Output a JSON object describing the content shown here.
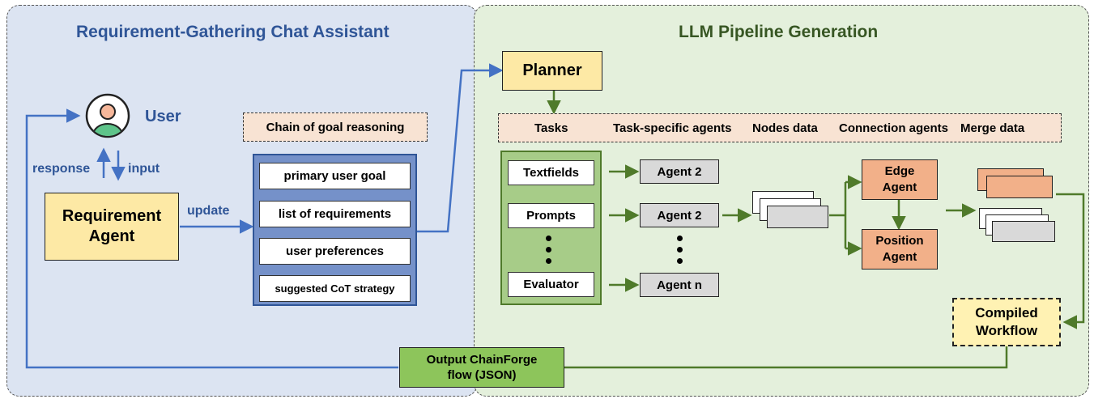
{
  "left_panel": {
    "title": "Requirement-Gathering Chat Assistant",
    "user_label": "User",
    "response_label": "response",
    "input_label": "input",
    "update_label": "update",
    "agent_label": "Requirement\nAgent",
    "chain_label": "Chain of goal reasoning",
    "goals": [
      "primary user goal",
      "list of requirements",
      "user preferences",
      "suggested CoT strategy"
    ]
  },
  "right_panel": {
    "title": "LLM Pipeline Generation",
    "planner_label": "Planner",
    "header_items": [
      "Tasks",
      "Task-specific agents",
      "Nodes data",
      "Connection agents",
      "Merge data"
    ],
    "tasks": [
      "Textfields",
      "Prompts",
      "Evaluator"
    ],
    "agents": [
      "Agent 2",
      "Agent 2",
      "Agent n"
    ],
    "edge_agent": "Edge\nAgent",
    "position_agent": "Position\nAgent",
    "compiled_label": "Compiled\nWorkflow"
  },
  "output_label": "Output ChainForge\nflow (JSON)",
  "colors": {
    "left_bg": "#dce4f2",
    "right_bg": "#e4f0dc",
    "blue": "#4472c4",
    "blue_text": "#2f5597",
    "green": "#4f7a2a",
    "green_title": "#375623",
    "yellow": "#fde9a5",
    "orange": "#f2b089",
    "output_green": "#8dc55b"
  }
}
